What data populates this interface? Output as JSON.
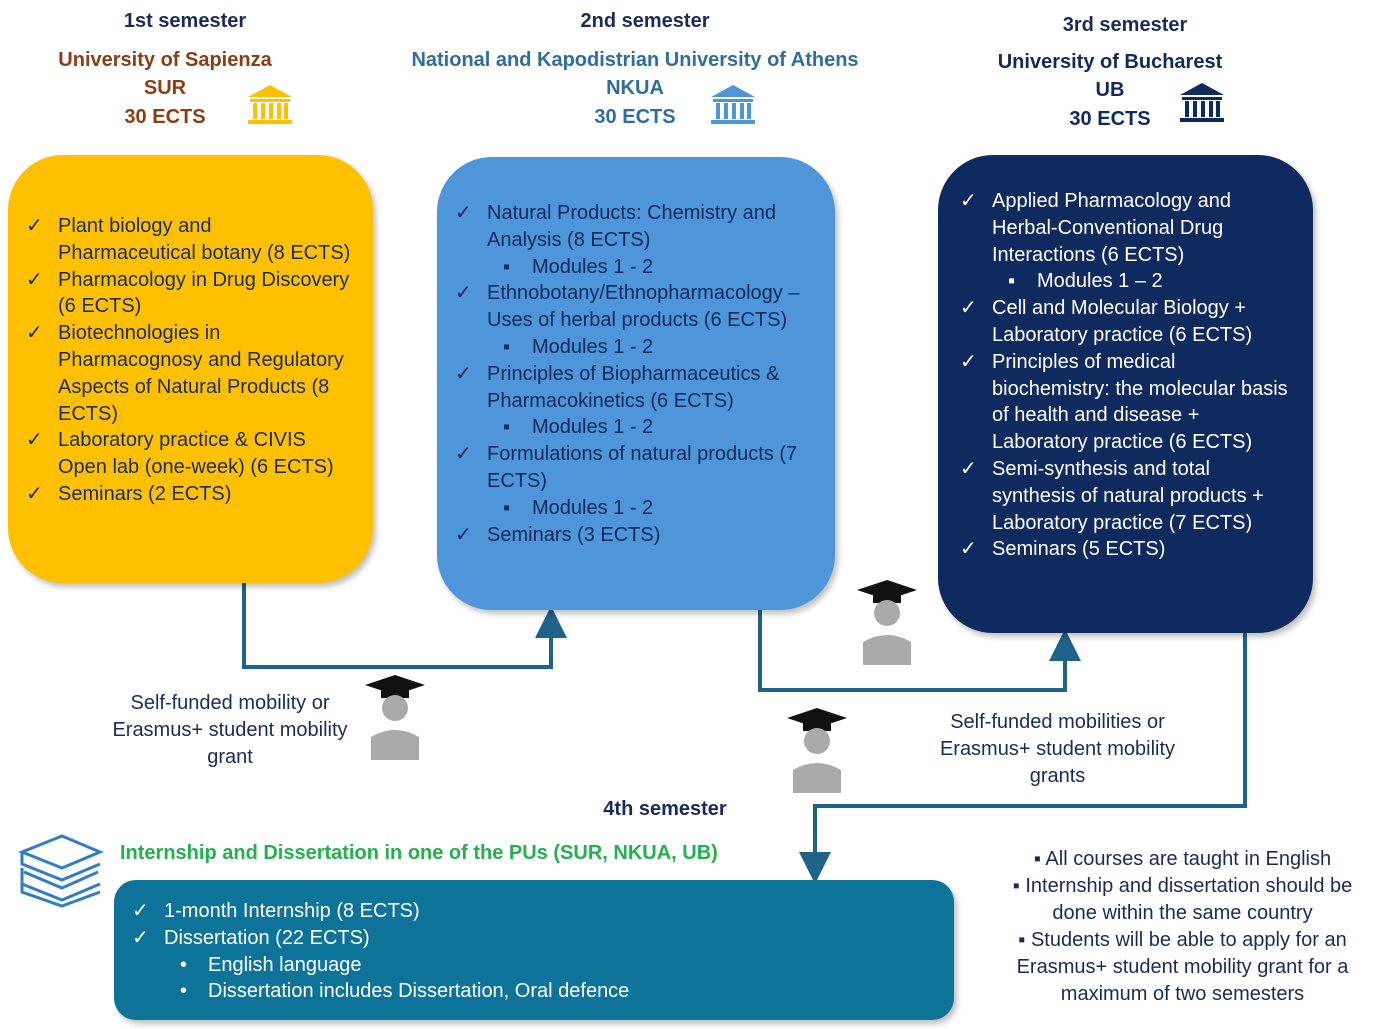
{
  "semesters": [
    {
      "heading": "1st semester",
      "university": "University of Sapienza",
      "abbr": "SUR",
      "ects": "30 ECTS",
      "color": "#8B3E14",
      "items": [
        {
          "t": "c",
          "text": "Plant biology and Pharmaceutical botany (8 ECTS)"
        },
        {
          "t": "c",
          "text": "Pharmacology in Drug Discovery (6 ECTS)"
        },
        {
          "t": "c",
          "text": "Biotechnologies in Pharmacognosy and Regulatory Aspects of Natural Products (8 ECTS)"
        },
        {
          "t": "c",
          "text": "Laboratory practice & CIVIS Open lab (one-week) (6 ECTS)"
        },
        {
          "t": "c",
          "text": "Seminars (2 ECTS)"
        }
      ]
    },
    {
      "heading": "2nd semester",
      "university": "National and Kapodistrian University of Athens",
      "abbr": "NKUA",
      "ects": "30 ECTS",
      "color": "#2E6DA4",
      "items": [
        {
          "t": "c",
          "text": "Natural Products: Chemistry and Analysis (8 ECTS)"
        },
        {
          "t": "s",
          "text": "Modules 1 - 2"
        },
        {
          "t": "c",
          "text": "Ethnobotany/Ethnopharmacology – Uses of herbal products (6 ECTS)"
        },
        {
          "t": "s",
          "text": "Modules 1 - 2"
        },
        {
          "t": "c",
          "text": "Principles of Biopharmaceutics & Pharmacokinetics (6 ECTS)"
        },
        {
          "t": "s",
          "text": "Modules 1 - 2"
        },
        {
          "t": "c",
          "text": "Formulations of natural products (7 ECTS)"
        },
        {
          "t": "s",
          "text": "Modules 1 - 2"
        },
        {
          "t": "c",
          "text": "Seminars (3 ECTS)"
        }
      ]
    },
    {
      "heading": "3rd semester",
      "university": "University of Bucharest",
      "abbr": "UB",
      "ects": "30 ECTS",
      "color": "#0E2A5E",
      "items": [
        {
          "t": "c",
          "text": "Applied Pharmacology and Herbal-Conventional Drug Interactions (6 ECTS)"
        },
        {
          "t": "s",
          "text": "Modules 1 – 2"
        },
        {
          "t": "c",
          "text": "Cell and Molecular Biology + Laboratory practice  (6 ECTS)"
        },
        {
          "t": "c",
          "text": "Principles of medical biochemistry: the molecular basis of health and disease + Laboratory practice  (6 ECTS)"
        },
        {
          "t": "c",
          "text": "Semi-synthesis and total synthesis of natural products + Laboratory practice  (7 ECTS)"
        },
        {
          "t": "c",
          "text": "Seminars (5 ECTS)"
        }
      ]
    }
  ],
  "fourth": {
    "heading": "4th semester",
    "title": "Internship and Dissertation in one of the PUs (SUR, NKUA, UB)",
    "items": [
      "1-month Internship  (8 ECTS)",
      "Dissertation (22 ECTS)"
    ],
    "sub": [
      "English language",
      "Dissertation includes Dissertation, Oral defence"
    ]
  },
  "mobility": {
    "first": "Self-funded mobility or Erasmus+ student mobility grant",
    "second": "Self-funded mobilities or Erasmus+ student mobility grants"
  },
  "notes": [
    "All courses are taught in English",
    "Internship and dissertation should be done within the same country",
    "Students will be able to apply for an Erasmus+ student mobility grant for a maximum of two semesters"
  ],
  "colors": {
    "box1": "#FFC000",
    "box2": "#4E95D9",
    "box3": "#0E2A5E",
    "box4": "#0E7399",
    "connector": "#1F6389",
    "green": "#21B24B"
  }
}
